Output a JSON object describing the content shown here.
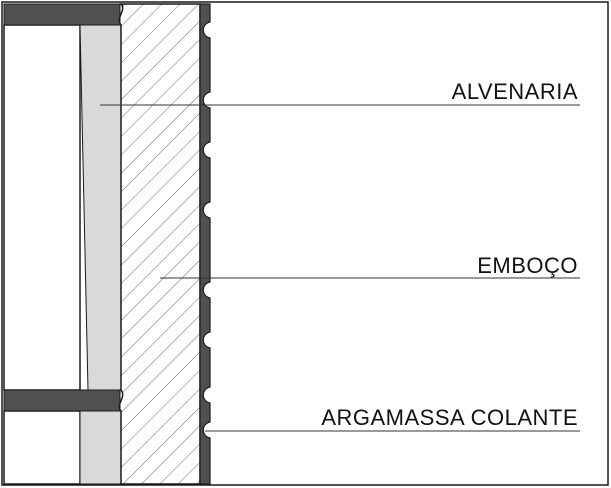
{
  "diagram": {
    "labels": {
      "alvenaria": "ALVENARIA",
      "emboco": "EMBOÇO",
      "argamassa_colante": "ARGAMASSA COLANTE"
    }
  },
  "colors": {
    "background": "#ffffff",
    "outline": "#1a1a1a",
    "dark_layer": "#505050",
    "light_layer": "#d9d9d9",
    "hatch": "#6a6a6a",
    "leader_line": "#333333"
  }
}
